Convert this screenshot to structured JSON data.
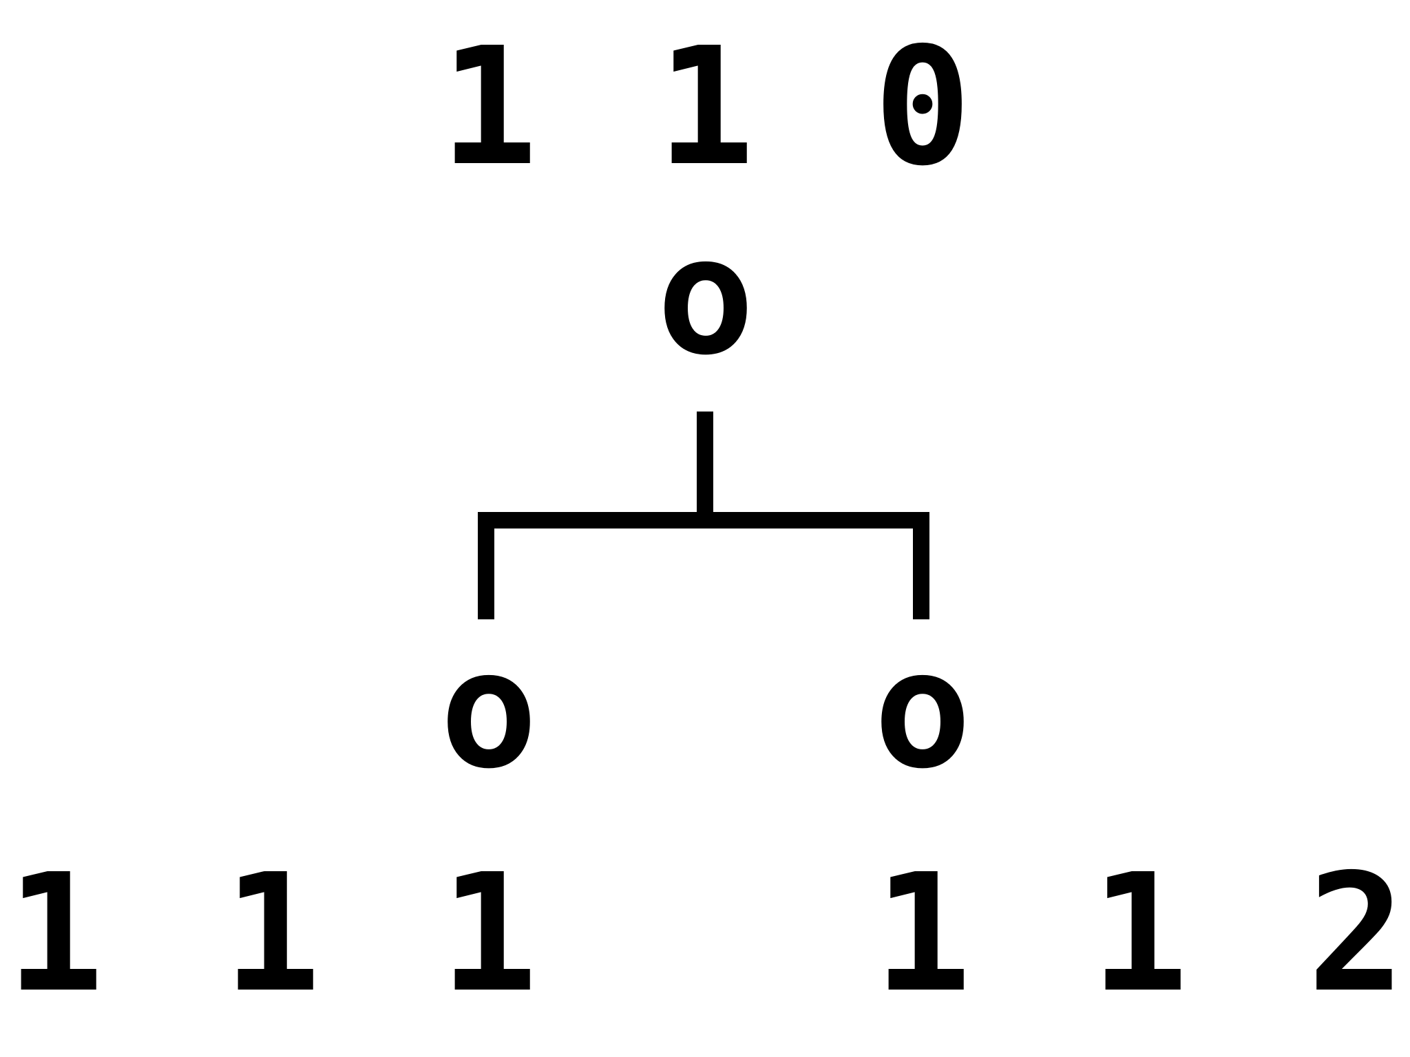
{
  "top_operand": [
    "1",
    "1",
    "0"
  ],
  "root_operator": "o",
  "child_operators": [
    "o",
    "o"
  ],
  "bottom_operands": [
    "1",
    "1",
    "1",
    "1",
    "1",
    "2"
  ],
  "colors": {
    "ink": "#000000",
    "background": "#ffffff"
  }
}
